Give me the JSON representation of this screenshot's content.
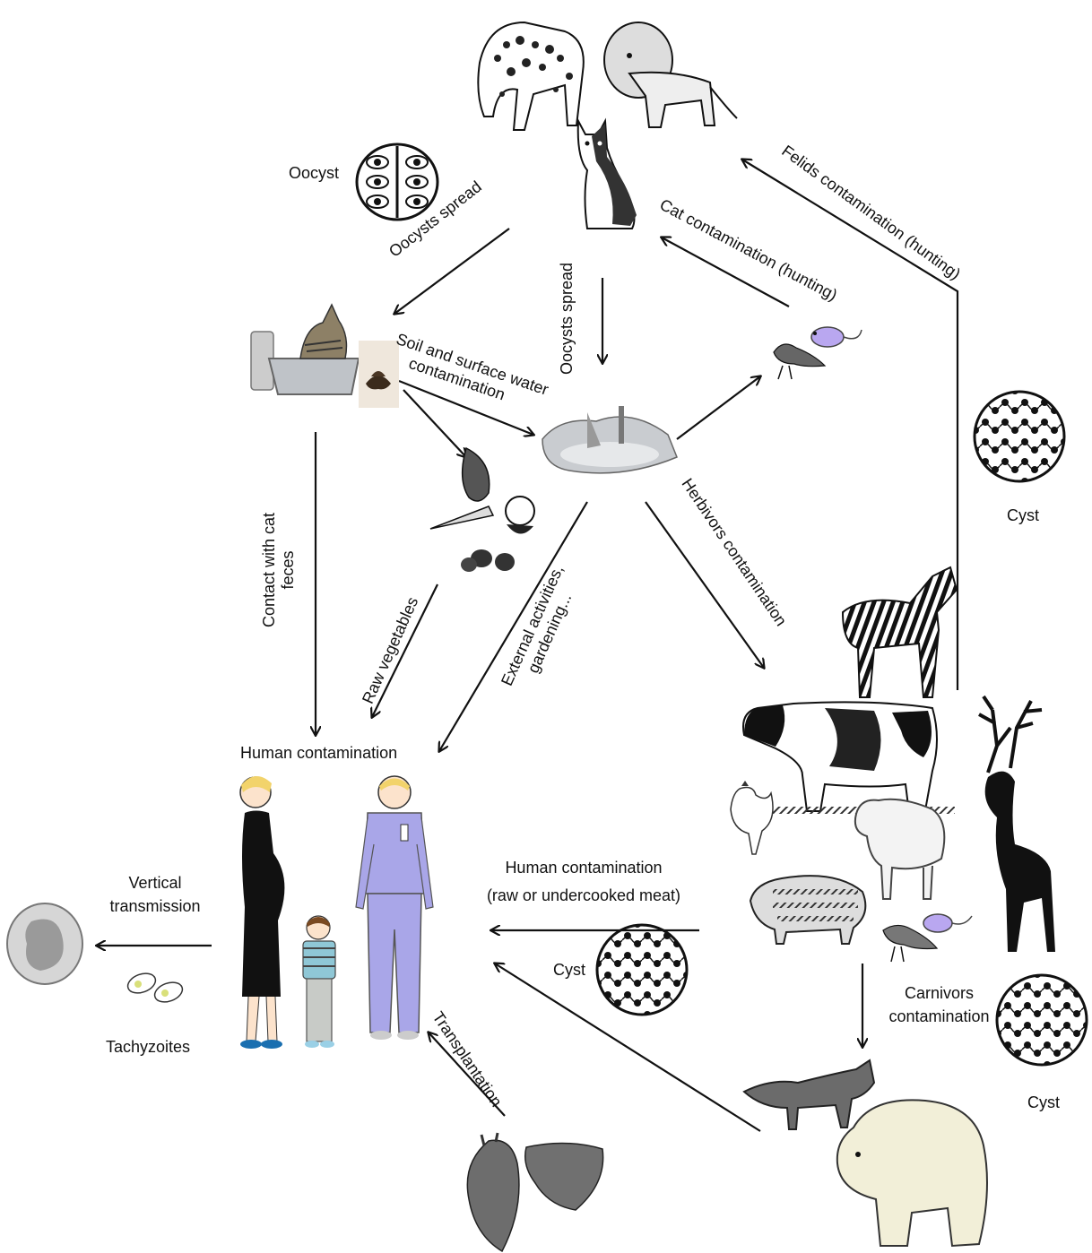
{
  "labels": {
    "oocyst": "Oocyst",
    "oocysts_spread_left": "Oocysts spread",
    "oocysts_spread_center": "Oocysts spread",
    "cat_contamination": "Cat contamination (hunting)",
    "felids_contamination": "Felids contamination (hunting)",
    "soil_water_line1": "Soil and surface water",
    "soil_water_line2": "contamination",
    "contact_cat_feces_line1": "Contact with cat",
    "contact_cat_feces_line2": "feces",
    "raw_vegetables": "Raw vegetables",
    "external_activities_line1": "External activities,",
    "external_activities_line2": "gardening...",
    "herbivors_contamination": "Herbivors contamination",
    "human_contamination_top": "Human contamination",
    "human_contamination_meat_line1": "Human contamination",
    "human_contamination_meat_line2": "(raw or undercooked meat)",
    "vertical_transmission_line1": "Vertical",
    "vertical_transmission_line2": "transmission",
    "tachyzoites": "Tachyzoites",
    "cyst_right": "Cyst",
    "cyst_middle": "Cyst",
    "cyst_bottom_right": "Cyst",
    "carnivors_line1": "Carnivors",
    "carnivors_line2": "contamination",
    "transplantation": "Transplantation"
  },
  "icons": [
    "jaguar-icon",
    "lion-icon",
    "cat-icon",
    "oocyst-icon",
    "litter-box-icon",
    "feces-icon",
    "vegetables-icon",
    "soil-water-icon",
    "bird-icon",
    "mouse-icon",
    "cyst-icon",
    "zebra-icon",
    "cow-icon",
    "deer-icon",
    "chicken-icon",
    "sheep-icon",
    "pig-icon",
    "fox-icon",
    "polar-bear-icon",
    "pregnant-woman-icon",
    "child-icon",
    "man-icon",
    "fetus-icon",
    "tachyzoite-icon",
    "heart-icon",
    "liver-icon"
  ],
  "colors": {
    "line": "#111111",
    "clothing": "#a9a6e8",
    "mouse": "#b9a7f0",
    "bear": "#f2efd8"
  }
}
